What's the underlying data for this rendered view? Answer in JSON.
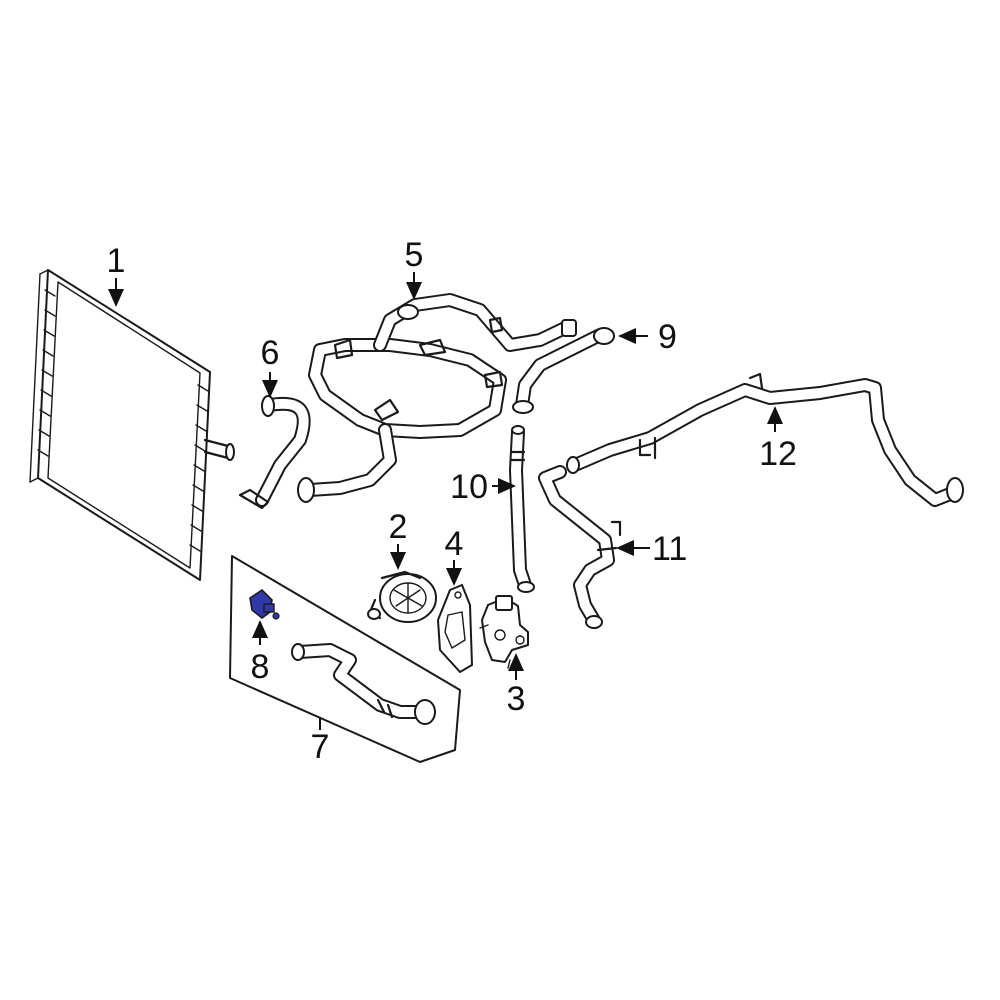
{
  "diagram": {
    "highlight_color": "#2f3aa8",
    "line_color": "#1a1a1a",
    "callouts": [
      {
        "id": "1",
        "label": "1"
      },
      {
        "id": "2",
        "label": "2"
      },
      {
        "id": "3",
        "label": "3"
      },
      {
        "id": "4",
        "label": "4"
      },
      {
        "id": "5",
        "label": "5"
      },
      {
        "id": "6",
        "label": "6"
      },
      {
        "id": "7",
        "label": "7"
      },
      {
        "id": "8",
        "label": "8"
      },
      {
        "id": "9",
        "label": "9"
      },
      {
        "id": "10",
        "label": "10"
      },
      {
        "id": "11",
        "label": "11"
      },
      {
        "id": "12",
        "label": "12"
      }
    ]
  }
}
